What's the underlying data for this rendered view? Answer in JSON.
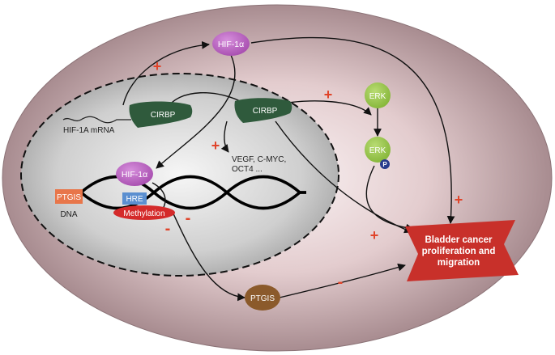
{
  "colors": {
    "cell_center": "#fbf4f5",
    "cell_mid": "#dcc1c4",
    "cell_edge": "#a88c90",
    "nucleus_center": "#f2f2f2",
    "nucleus_edge": "#a9a9a9",
    "hif_purple": "#b85fbf",
    "cirbp_green": "#2f5a3c",
    "erk_green": "#9cc94a",
    "phospho_blue": "#283c8c",
    "ptgis_orange": "#e8764a",
    "hre_blue": "#5b8fd0",
    "methyl_red": "#d42a2a",
    "ptgis_brown": "#8b5a2b",
    "cancer_red": "#c8302a",
    "sign_color": "#e0442a"
  },
  "nodes": {
    "hif_cyto": "HIF-1α",
    "hif_nuc": "HIF-1α",
    "cirbp_nuc": "CIRBP",
    "cirbp_cyto": "CIRBP",
    "erk": "ERK",
    "erk_p": "ERK",
    "phospho": "P",
    "ptgis_gene": "PTGIS",
    "dna": "DNA",
    "hre": "HRE",
    "methylation": "Methylation",
    "ptgis_protein": "PTGIS",
    "mrna": "HIF-1A mRNA",
    "targets_line1": "VEGF, C-MYC,",
    "targets_line2": "OCT4 ...",
    "cancer_line1": "Bladder cancer",
    "cancer_line2": "proliferation and",
    "cancer_line3": "migration"
  },
  "signs": {
    "translation": "+",
    "targets": "+",
    "erk_activation": "+",
    "erk_to_cancer": "+",
    "hif_to_cancer": "+",
    "hif_to_methylation": "-",
    "methylation_to_ptgis": "-",
    "ptgis_to_cancer": "-"
  }
}
